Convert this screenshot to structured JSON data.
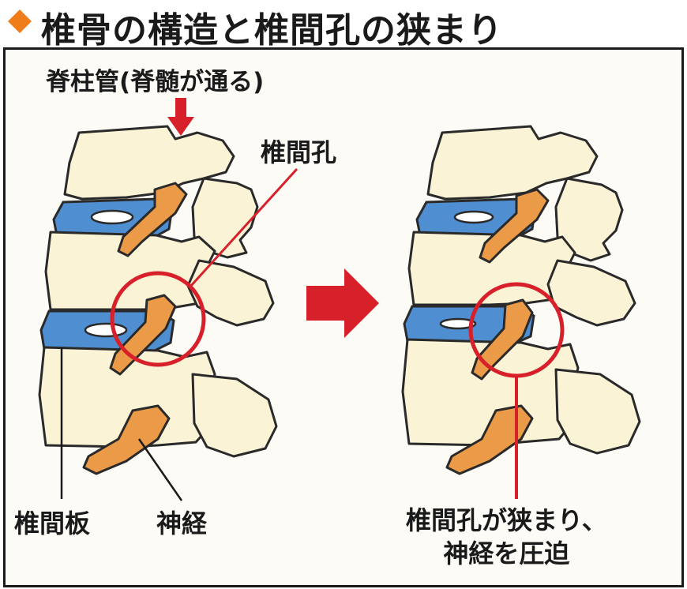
{
  "title": "椎骨の構造と椎間孔の狭まり",
  "labels": {
    "spinal_canal": "脊柱管(脊髄が通る)",
    "foramen": "椎間孔",
    "disc": "椎間板",
    "nerve": "神経",
    "result_line1": "椎間孔が狭まり、",
    "result_line2": "神経を圧迫"
  },
  "colors": {
    "accent": "#ee7d1a",
    "bone": "#faf3d6",
    "disc": "#4f8ed0",
    "nerve": "#eb9a48",
    "highlight": "#d8202b",
    "outline": "#2a2a2a"
  }
}
